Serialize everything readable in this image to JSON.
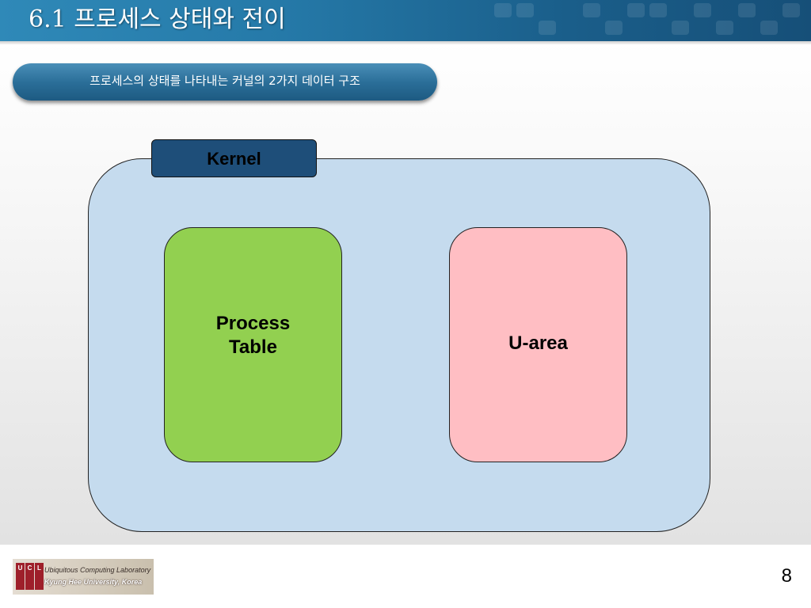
{
  "header": {
    "title": "6.1 프로세스 상태와 전이"
  },
  "subtitle": "프로세스의 상태를 나타내는 커널의 2가지 데이터 구조",
  "diagram": {
    "container_label": "Kernel",
    "left_box_label": "Process Table",
    "right_box_label": "U-area",
    "colors": {
      "kernel_fill": "#c5dbee",
      "kernel_tab_fill": "#1e4e79",
      "process_table_fill": "#92d050",
      "u_area_fill": "#ffbec3"
    }
  },
  "footer": {
    "logo_letters": [
      "U",
      "C",
      "L"
    ],
    "logo_line1": "Ubiquitous Computing Laboratory",
    "logo_line2": "Kyung Hee University, Korea",
    "page_number": "8"
  }
}
